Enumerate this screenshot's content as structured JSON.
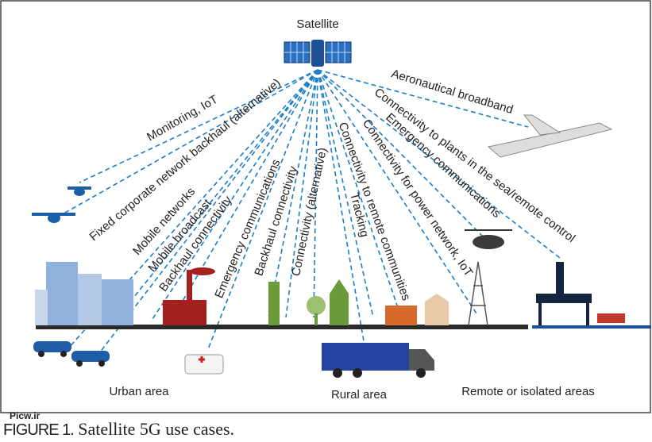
{
  "satellite_label": "Satellite",
  "links": [
    "Monitoring, IoT",
    "Fixed corporate network backhaul (alternative)",
    "Mobile networks",
    "Mobile broadcast",
    "Backhaul connectivity",
    "Emergency communications",
    "Backhaul connectivity",
    "Connectivity (alternative)",
    "Tracking",
    "Connectivity to remote communities",
    "Connectivity for power network, IoT",
    "Emergency communications",
    "Connectivity to plants in the sea/remote control",
    "Aeronautical broadband"
  ],
  "areas": {
    "urban": "Urban area",
    "rural": "Rural area",
    "remote": "Remote or isolated areas"
  },
  "caption": {
    "figure": "FIGURE 1.",
    "text": "Satellite 5G use cases."
  },
  "watermark": "Picw.ir",
  "colors": {
    "ray": "#1a7fc8",
    "urban": "#7ea6d8",
    "industry": "#a3201e",
    "rural": "#6a9a3a",
    "remote": "#14253f"
  }
}
